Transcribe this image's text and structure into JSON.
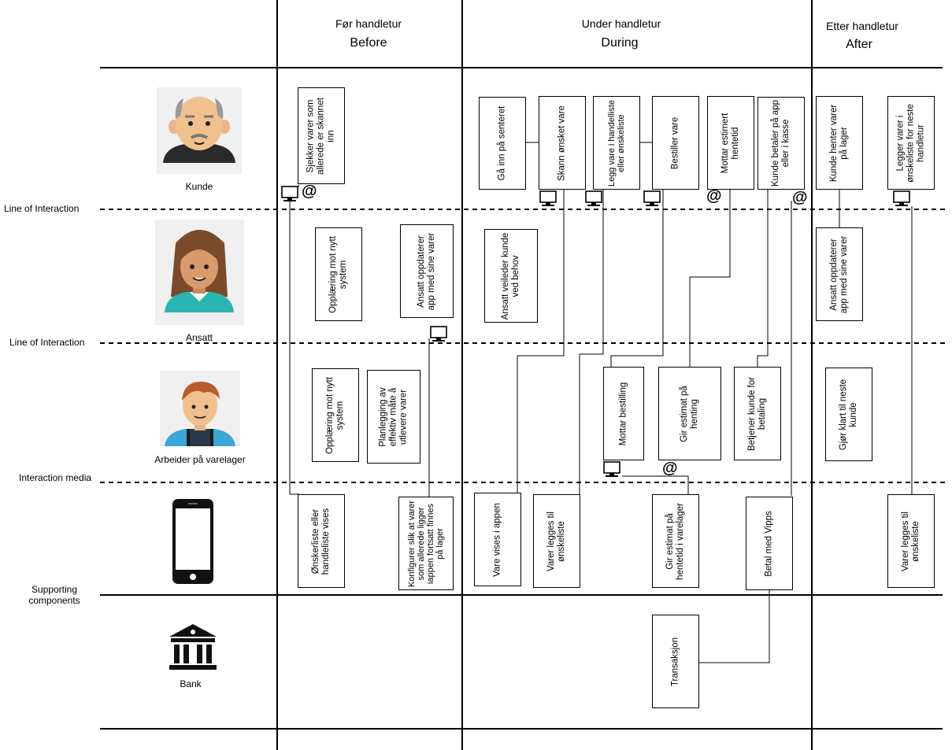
{
  "stages": [
    {
      "sub": "Før handletur",
      "title": "Before"
    },
    {
      "sub": "Under handletur",
      "title": "During"
    },
    {
      "sub": "Etter handletur",
      "title": "After"
    }
  ],
  "lines": {
    "interaction1": "Line of Interaction",
    "interaction2": "Line of Interaction",
    "media": "Interaction media",
    "supporting": "Supporting\ncomponents"
  },
  "actors": {
    "kunde": "Kunde",
    "ansatt": "Ansatt",
    "arbeider": "Arbeider på varelager",
    "bank": "Bank"
  },
  "boxes": {
    "k1": "Sjekker varer som allerede er skannet inn",
    "k2": "Gå inn på senteret",
    "k3": "Skann ønsket vare",
    "k4": "Legg vare i handelliste eller ønskeliste",
    "k5": "Bestiller vare",
    "k6": "Mottar estimert hentetid",
    "k7": "Kunde betaler på app eller i kasse",
    "k8": "Kunde henter varer på lager",
    "k9": "Legger varer i ønskeliste for neste handletur",
    "a1": "Opplæring mot nytt system",
    "a2": "Ansatt oppdaterer app med sine varer",
    "a3": "Ansatt veileder kunde ved behov",
    "a4": "Ansatt oppdaterer app med sine varer",
    "w1": "Opplæring mot nytt system",
    "w2": "Planlegging av effektiv måte å utlevere varer",
    "w3": "Mottar bestilling",
    "w4": "Gir estimat på henting",
    "w5": "Betjener kunde for betaling",
    "w6": "Gjør klart til neste kunde",
    "m1": "Ønskerliste eller handleliste vises",
    "m2": "Konfigurer slik at varer som allerede ligger iappen fortsatt finnes på lager",
    "m3": "Vare vises i appen",
    "m4": "Varer legges til ønskeliste",
    "m5": "Gir estimat på hentetid i varelager",
    "m6": "Betal med Vipps",
    "m7": "Varer legges til ønskeliste",
    "b1": "Transaksjon"
  },
  "icons": {
    "at_symbol": "@",
    "computer": "computer-icon",
    "phone": "smartphone-icon",
    "bank": "bank-building-icon"
  }
}
